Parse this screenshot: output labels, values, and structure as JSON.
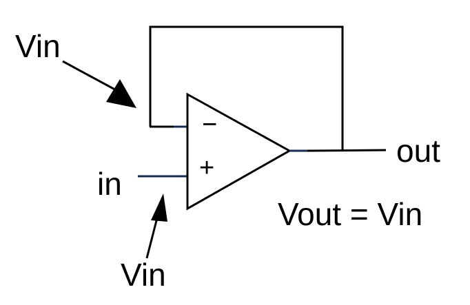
{
  "labels": {
    "vin_top": "Vin",
    "in": "in",
    "vin_bottom": "Vin",
    "out": "out",
    "equation": "Vout = Vin",
    "minus": "−",
    "plus": "+"
  },
  "colors": {
    "stroke": "#000000",
    "lead": "#1a2a50",
    "background": "#ffffff"
  }
}
